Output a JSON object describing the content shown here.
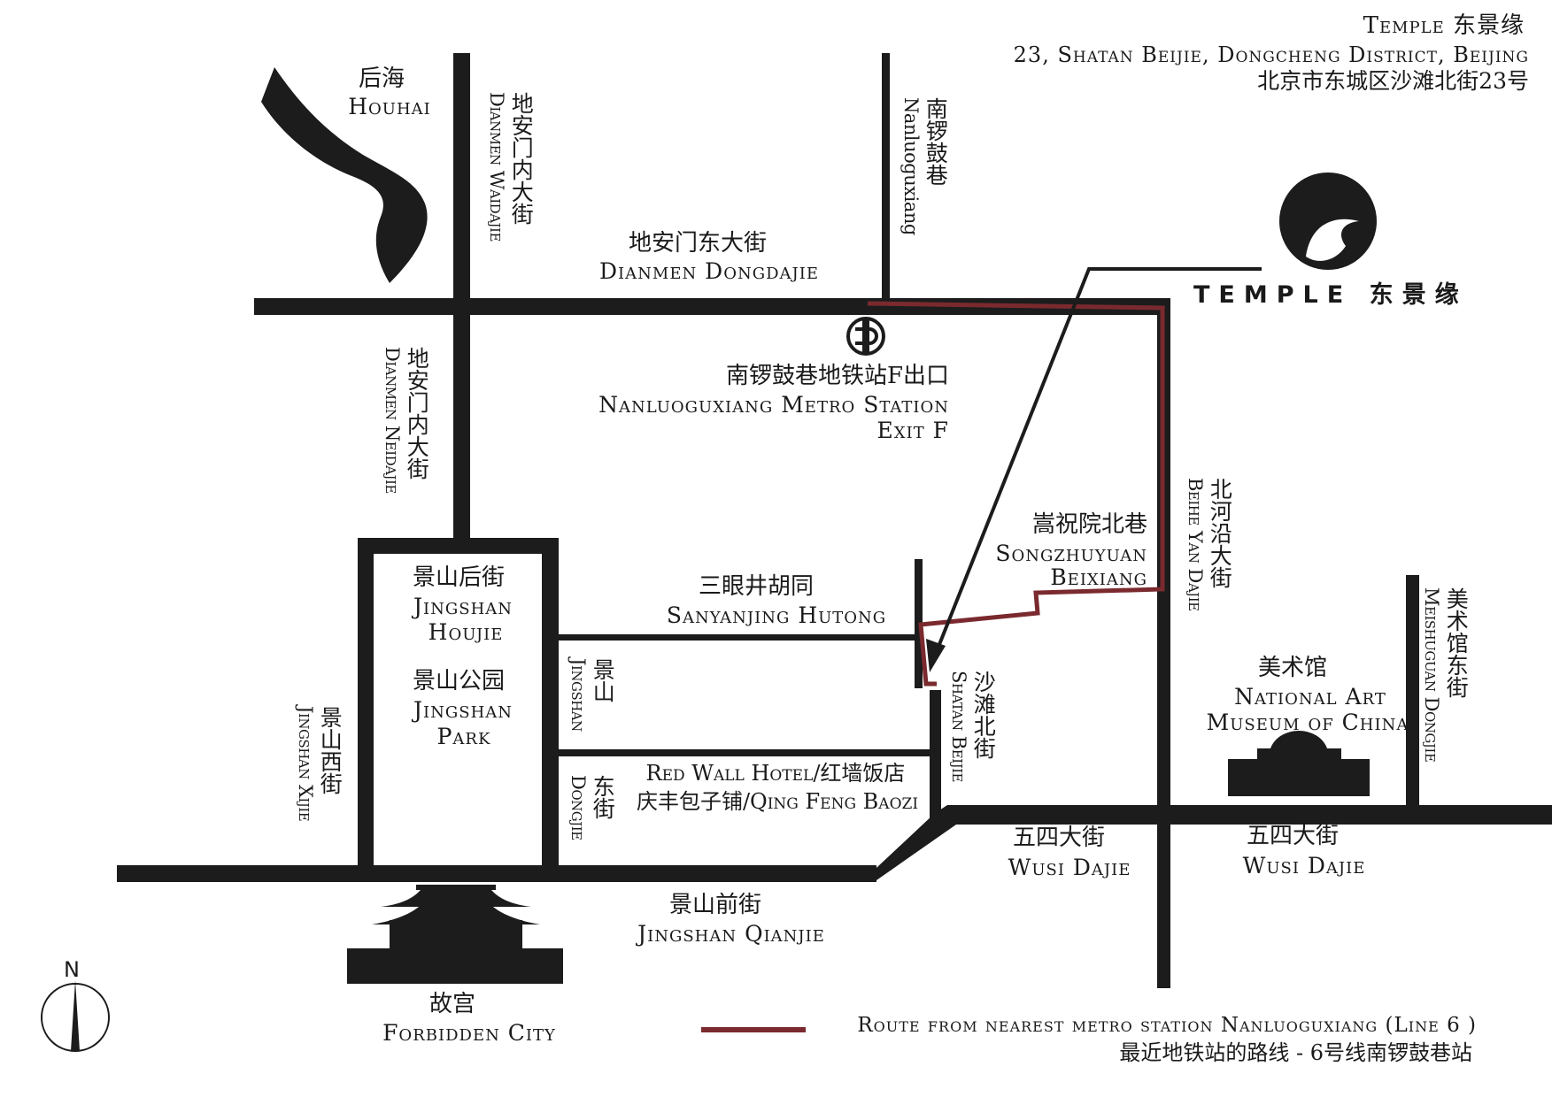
{
  "header": {
    "brand": "Temple 东景缘",
    "address_en": "23, Shatan Beijie, Dongcheng District, Beijing",
    "address_zh": "北京市东城区沙滩北街23号"
  },
  "logo": {
    "wordmark": "TEMPLE 东景缘"
  },
  "labels": {
    "houhai_zh": "后海",
    "houhai_en": "Houhai",
    "dianmen_dongdajie_zh": "地安门东大街",
    "dianmen_dongdajie_en": "Dianmen Dongdajie",
    "metro_zh": "南锣鼓巷地铁站F出口",
    "metro_en": "Nanluoguxiang Metro Station",
    "metro_exit": "Exit F",
    "songzhuyuan_zh": "嵩祝院北巷",
    "songzhuyuan_en1": "Songzhuyuan",
    "songzhuyuan_en2": "Beixiang",
    "sanyanjing_zh": "三眼井胡同",
    "sanyanjing_en": "Sanyanjing Hutong",
    "jingshan_houjie_zh": "景山后街",
    "jingshan_houjie_en1": "Jingshan",
    "jingshan_houjie_en2": "Houjie",
    "jingshan_park_zh": "景山公园",
    "jingshan_park_en1": "Jingshan",
    "jingshan_park_en2": "Park",
    "redwall_line1": "Red Wall Hotel/红墙饭店",
    "redwall_line2": "庆丰包子铺/Qing Feng Baozi",
    "wusi_zh": "五四大街",
    "wusi_en": "Wusi Dajie",
    "wusi2_zh": "五四大街",
    "wusi2_en": "Wusi Dajie",
    "museum_zh": "美术馆",
    "museum_en1": "National Art",
    "museum_en2": "Museum of China",
    "qianjie_zh": "景山前街",
    "qianjie_en": "Jingshan Qianjie",
    "forbidden_zh": "故宫",
    "forbidden_en": "Forbidden City"
  },
  "vertical_labels": {
    "dianmen_waidajie_zh": "地安门内大街",
    "dianmen_waidajie_en": "Dianmen Waidajie",
    "nanluoguxiang_zh": "南锣鼓巷",
    "nanluoguxiang_en": "Nanluoguxiang",
    "dianmen_neidajie_zh": "地安门内大街",
    "dianmen_neidajie_en": "Dianmen Neidajie",
    "beiheyan_zh": "北河沿大街",
    "beiheyan_en": "Beihe Yan Dajie",
    "meishuguan_zh": "美术馆东街",
    "meishuguan_en": "Meishuguan Dongjie",
    "shatan_zh": "沙滩北街",
    "shatan_en": "Shatan Beijie",
    "jingshan_zh": "景山",
    "jingshan_en": "Jingshan",
    "dongjie_zh": "东街",
    "dongjie_en": "Dongjie",
    "jingshan_xijie_zh": "景山西街",
    "jingshan_xijie_en": "Jingshan Xijie"
  },
  "compass": {
    "label": "N"
  },
  "legend": {
    "route_en": "Route from nearest metro station Nanluoguxiang (Line 6 )",
    "route_zh": "最近地铁站的路线 - 6号线南锣鼓巷站"
  },
  "colors": {
    "road": "#1c1c1c",
    "route": "#7a2a2e",
    "text": "#1a1a1a",
    "background": "#ffffff"
  },
  "icons": {
    "metro": "beijing-subway-logo-icon",
    "logo": "temple-circle-logo-icon",
    "forbidden_city": "palace-silhouette-icon",
    "museum": "museum-silhouette-icon",
    "lake": "houhai-lake-shape",
    "compass": "north-compass-icon"
  }
}
